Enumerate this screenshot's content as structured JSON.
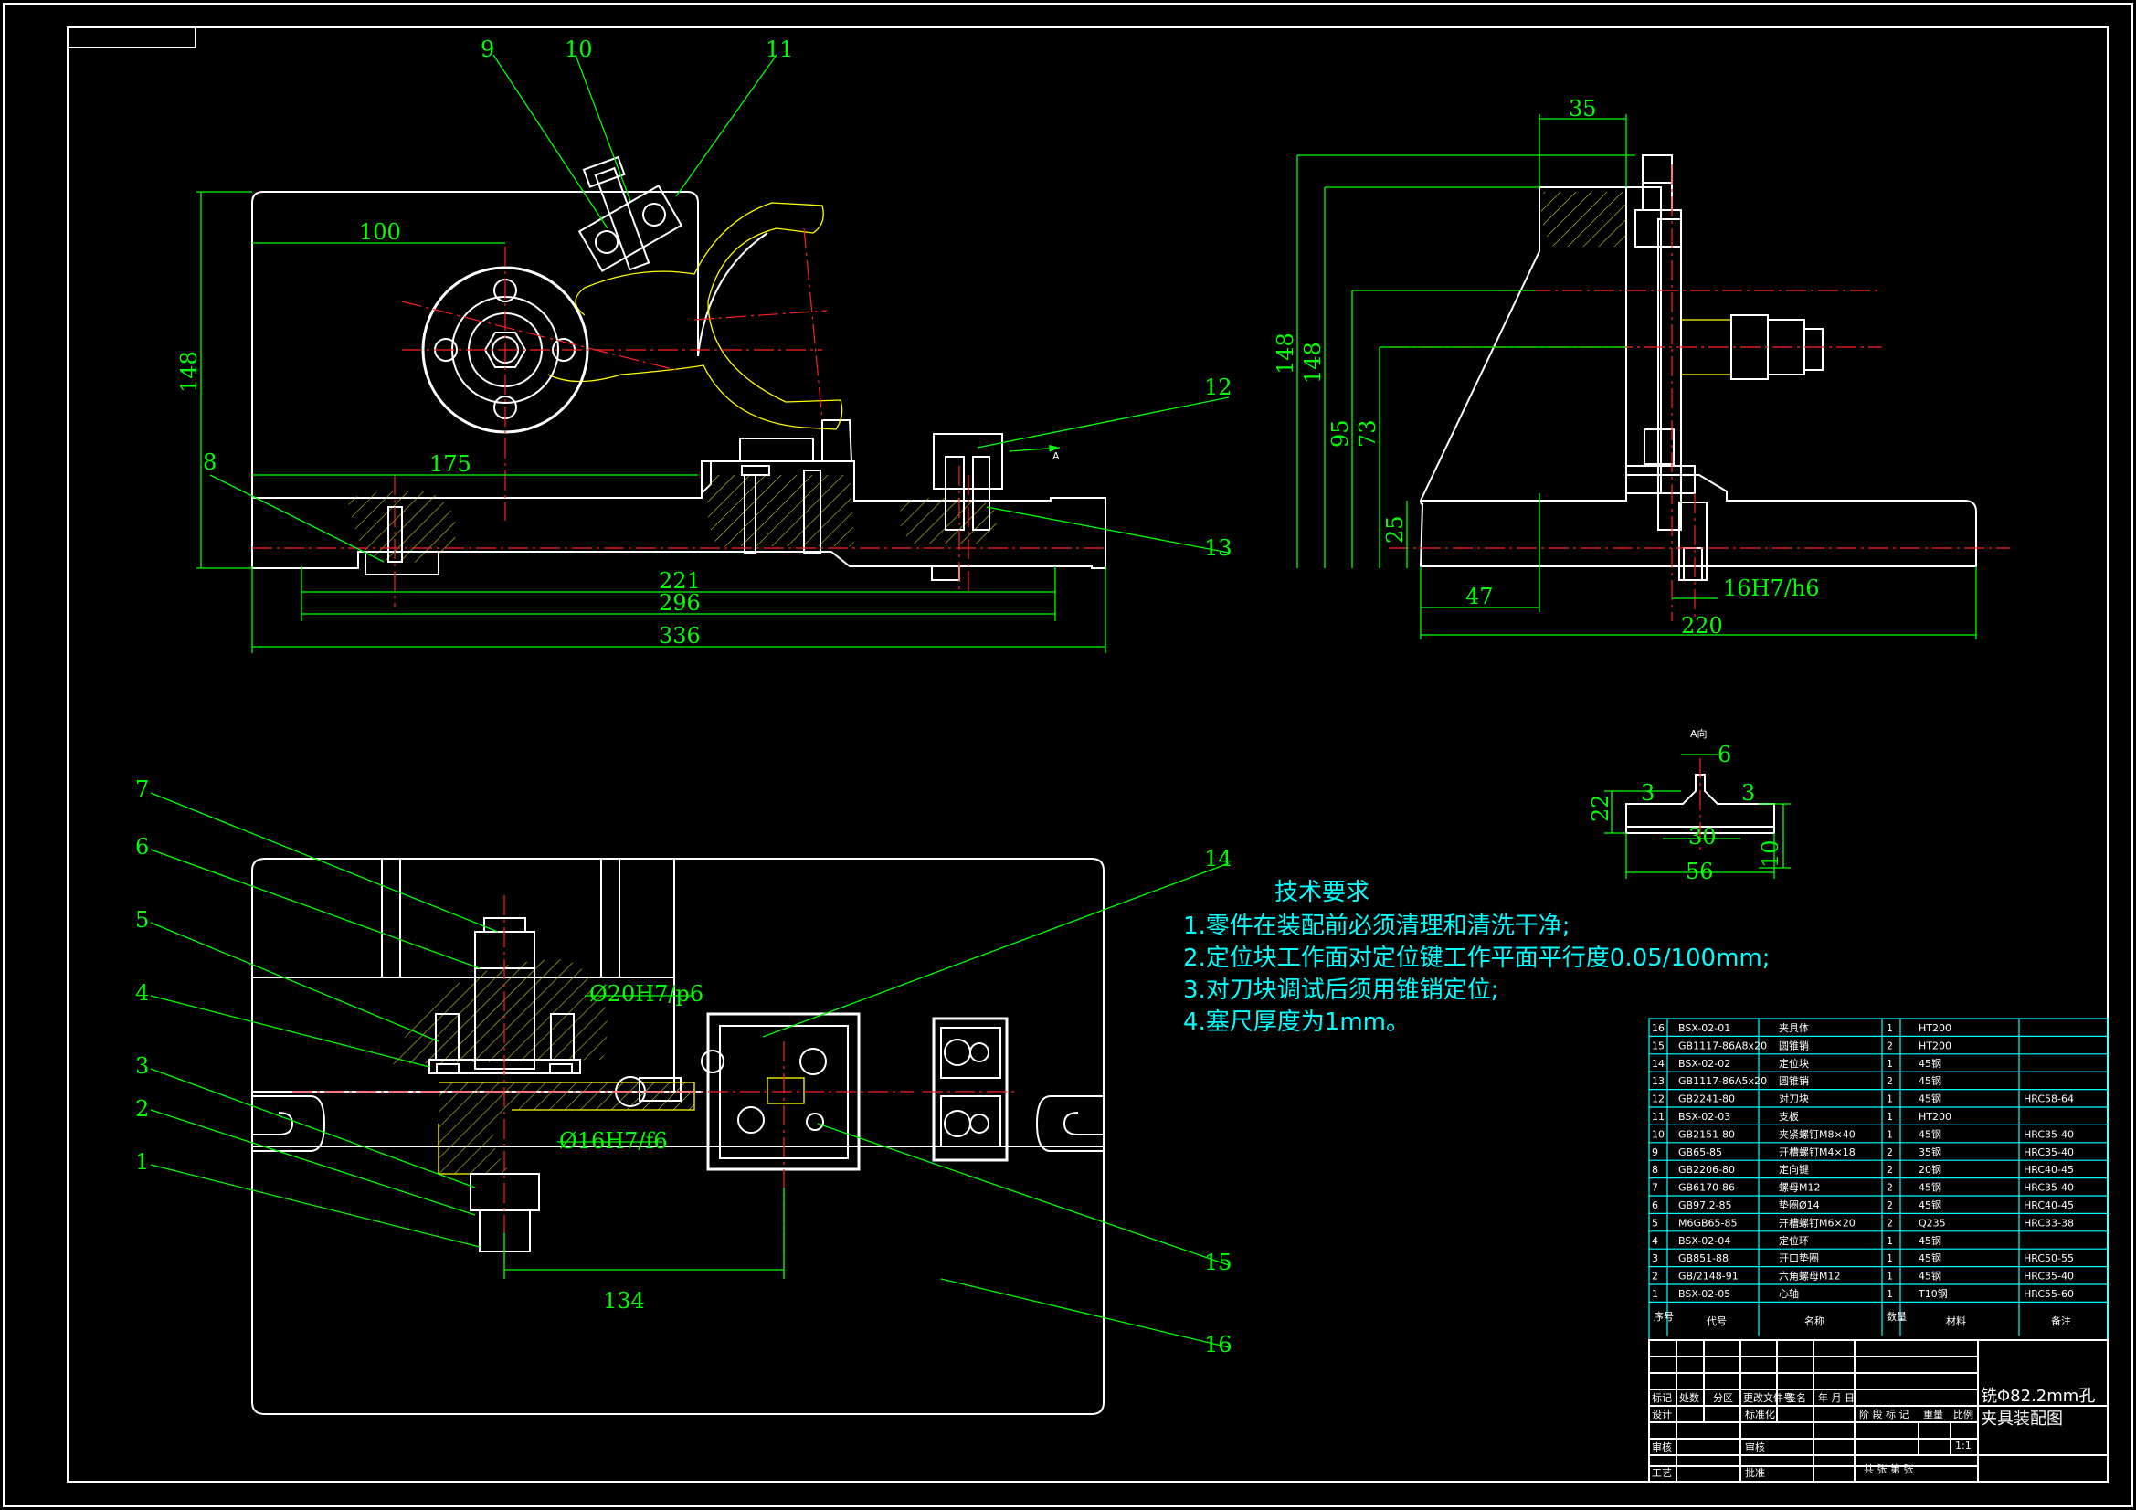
{
  "colors": {
    "background": "#000000",
    "outline": "#ffffff",
    "dimension": "#00ff00",
    "centerline": "#ff2020",
    "section": "#ffff00",
    "note": "#00ffff"
  },
  "front_view": {
    "dims": {
      "d100": "100",
      "d148": "148",
      "d175": "175",
      "d8": "8",
      "d221": "221",
      "d296": "296",
      "d336": "336"
    },
    "balloons": {
      "b9": "9",
      "b10": "10",
      "b11": "11",
      "b12": "12",
      "b13": "13"
    },
    "arrow_a": "A"
  },
  "side_view": {
    "dims": {
      "d35": "35",
      "d148a": "148",
      "d148b": "148",
      "d95": "95",
      "d73": "73",
      "d25": "25",
      "d47": "47",
      "d220": "220",
      "fit": "16H7/h6"
    }
  },
  "detail_a": {
    "title": "A向",
    "dims": {
      "d6": "6",
      "d22": "22",
      "d3a": "3",
      "d3b": "3",
      "d30": "30",
      "d10": "10",
      "d56": "56"
    }
  },
  "top_view": {
    "fits": {
      "f20": "Ø20H7/p6",
      "f16": "Ø16H7/f6"
    },
    "dims": {
      "d134": "134"
    },
    "balloons": {
      "b1": "1",
      "b2": "2",
      "b3": "3",
      "b4": "4",
      "b5": "5",
      "b6": "6",
      "b7": "7",
      "b14": "14",
      "b15": "15",
      "b16": "16"
    }
  },
  "tech_req": {
    "title": "技术要求",
    "lines": [
      "1.零件在装配前必须清理和清洗干净;",
      "2.定位块工作面对定位键工作平面平行度0.05/100mm;",
      "3.对刀块调试后须用锥销定位;",
      "4.塞尺厚度为1mm。"
    ]
  },
  "bom": {
    "rows": [
      {
        "no": "16",
        "code": "BSX-02-01",
        "name": "夹具体",
        "qty": "1",
        "mat": "HT200",
        "note": ""
      },
      {
        "no": "15",
        "code": "GB1117-86A8x20",
        "name": "圆锥销",
        "qty": "2",
        "mat": "HT200",
        "note": ""
      },
      {
        "no": "14",
        "code": "BSX-02-02",
        "name": "定位块",
        "qty": "1",
        "mat": "45钢",
        "note": ""
      },
      {
        "no": "13",
        "code": "GB1117-86A5x20",
        "name": "圆锥销",
        "qty": "2",
        "mat": "45钢",
        "note": ""
      },
      {
        "no": "12",
        "code": "GB2241-80",
        "name": "对刀块",
        "qty": "1",
        "mat": "45钢",
        "note": "HRC58-64"
      },
      {
        "no": "11",
        "code": "BSX-02-03",
        "name": "支板",
        "qty": "1",
        "mat": "HT200",
        "note": ""
      },
      {
        "no": "10",
        "code": "GB2151-80",
        "name": "夹紧螺钉M8×40",
        "qty": "1",
        "mat": "45钢",
        "note": "HRC35-40"
      },
      {
        "no": "9",
        "code": "GB65-85",
        "name": "开槽螺钉M4×18",
        "qty": "2",
        "mat": "35钢",
        "note": "HRC35-40"
      },
      {
        "no": "8",
        "code": "GB2206-80",
        "name": "定向键",
        "qty": "2",
        "mat": "20钢",
        "note": "HRC40-45"
      },
      {
        "no": "7",
        "code": "GB6170-86",
        "name": "螺母M12",
        "qty": "2",
        "mat": "45钢",
        "note": "HRC35-40"
      },
      {
        "no": "6",
        "code": "GB97.2-85",
        "name": "垫圈Ø14",
        "qty": "2",
        "mat": "45钢",
        "note": "HRC40-45"
      },
      {
        "no": "5",
        "code": "M6GB65-85",
        "name": "开槽螺钉M6×20",
        "qty": "2",
        "mat": "Q235",
        "note": "HRC33-38"
      },
      {
        "no": "4",
        "code": "BSX-02-04",
        "name": "定位环",
        "qty": "1",
        "mat": "45钢",
        "note": ""
      },
      {
        "no": "3",
        "code": "GB851-88",
        "name": "开口垫圈",
        "qty": "1",
        "mat": "45钢",
        "note": "HRC50-55"
      },
      {
        "no": "2",
        "code": "GB/2148-91",
        "name": "六角螺母M12",
        "qty": "1",
        "mat": "45钢",
        "note": "HRC35-40"
      },
      {
        "no": "1",
        "code": "BSX-02-05",
        "name": "心轴",
        "qty": "1",
        "mat": "T10钢",
        "note": "HRC55-60"
      }
    ],
    "header": {
      "no": "序号",
      "code": "代号",
      "name": "名称",
      "qty": "数量",
      "mat": "材料",
      "note": "备注"
    }
  },
  "title_block": {
    "drawing_title_1": "铣Φ82.2mm孔",
    "drawing_title_2": "夹具装配图",
    "labels": {
      "mark": "标记",
      "count": "处数",
      "zone": "分区",
      "doc": "更改文件号",
      "sign": "签名",
      "date": "年 月 日",
      "design": "设计",
      "std": "标准化",
      "craft": "工艺",
      "check": "审核",
      "review": "审核",
      "approve": "批准",
      "stage": "阶 段 标 记",
      "weight": "重量",
      "scale": "比例",
      "scale_val": "1:1",
      "sheets": "共   张   第   张"
    }
  }
}
